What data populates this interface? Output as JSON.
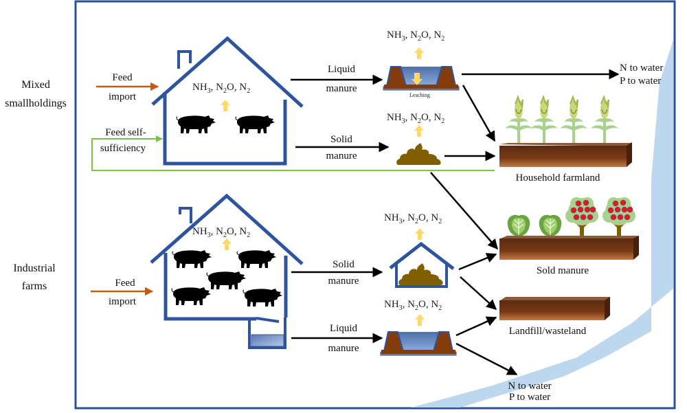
{
  "diagram": {
    "title": "Manure nitrogen flows: mixed smallholdings vs industrial farms",
    "rows": [
      {
        "label_line1": "Mixed",
        "label_line2": "smallholdings"
      },
      {
        "label_line1": "Industrial",
        "label_line2": "farms"
      }
    ],
    "inputs": {
      "feed_import_line1": "Feed",
      "feed_import_line2": "import",
      "feed_self_line1": "Feed self-",
      "feed_self_line2": "sufficiency"
    },
    "gas": {
      "nh3": "NH",
      "nh3_sub": "3",
      "n2o_a": ", N",
      "n2o_sub": "2",
      "n2o_b": "O, N",
      "n2_sub": "2"
    },
    "flows": {
      "liquid_line1": "Liquid",
      "solid_line1": "Solid",
      "manure_line2": "manure",
      "leaching": "Leaching"
    },
    "destinations": {
      "water_n": "N to water",
      "water_p": "P to water",
      "household_farmland": "Household farmland",
      "sold_manure": "Sold manure",
      "landfill": "Landfill/wasteland"
    },
    "colors": {
      "frame": "#2a4f9a",
      "house": "#2f549e",
      "feed_import_arrow": "#c55a11",
      "feed_self_arrow": "#7cc244",
      "emission_arrow": "#ffd966",
      "soil_dark": "#6a2f0f",
      "soil_light": "#8a5a3c",
      "manure": "#7f5f00",
      "lagoon_wall": "#843c0c",
      "lagoon_water": "#6f8fc8",
      "river": "#bdd7ee",
      "crop": "#a9d18e",
      "apple": "#e8161b"
    }
  }
}
